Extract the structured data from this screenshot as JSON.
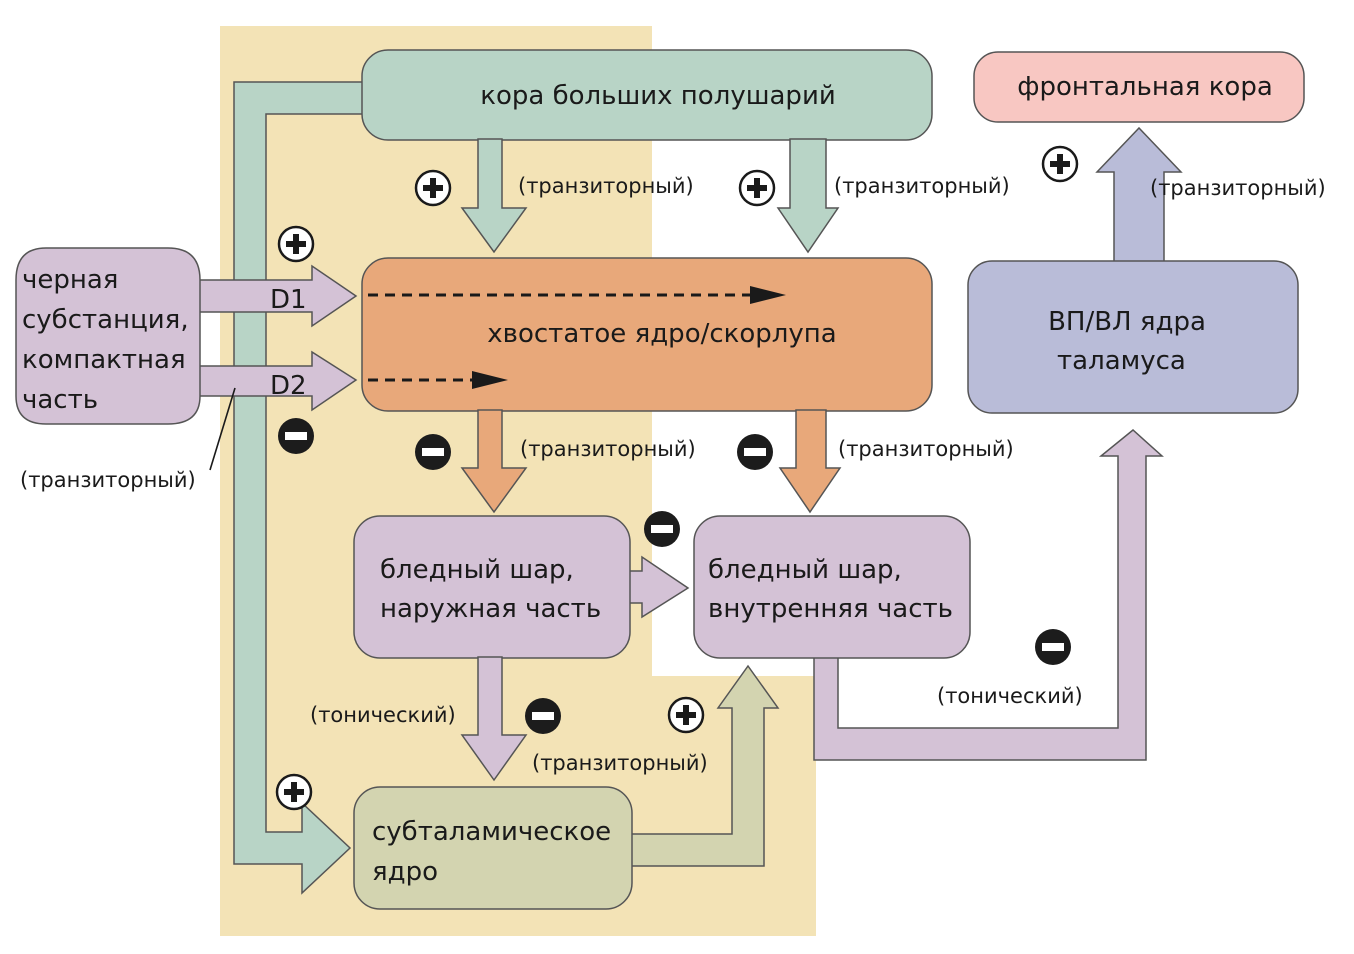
{
  "colors": {
    "background_region": "#f3e3b6",
    "cortex": "#b8d4c6",
    "striatum": "#e8a87a",
    "pallidum": "#d4c2d6",
    "subthalamic": "#d3d4b0",
    "thalamus": "#b9bcd8",
    "frontal": "#f8c7c2",
    "sign_plus_bg": "#ffffff",
    "sign_minus_bg": "#1c1c1c"
  },
  "nodes": {
    "cortex": "кора больших полушарий",
    "frontal": "фронтальная кора",
    "substantia_nigra": [
      "черная",
      "субстанция,",
      "компактная",
      "часть"
    ],
    "striatum": "хвостатое ядро/скорлупа",
    "thalamus": [
      "ВП/ВЛ ядра",
      "таламуса"
    ],
    "gpe": [
      "бледный шар,",
      "наружная часть"
    ],
    "gpi": [
      "бледный шар,",
      "внутренняя часть"
    ],
    "stn": [
      "субталамическое",
      "ядро"
    ]
  },
  "receptors": {
    "d1": "D1",
    "d2": "D2"
  },
  "labels": {
    "transient": "(транзиторный)",
    "tonic": "(тонический)"
  },
  "signs": {
    "plus": "+",
    "minus": "−"
  }
}
